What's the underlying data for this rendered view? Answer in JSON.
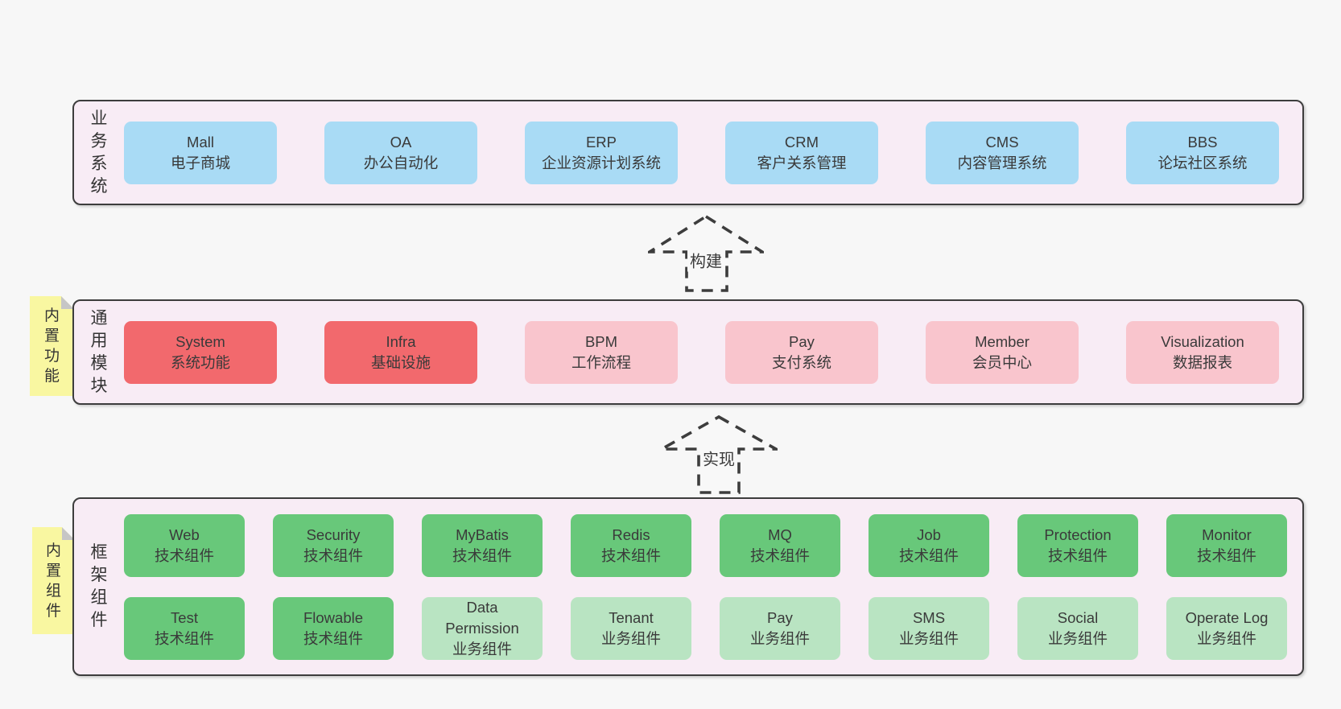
{
  "colors": {
    "page_bg": "#f7f7f7",
    "panel_bg": "#f8ecf5",
    "panel_border": "#3d3d3d",
    "blue": "#a9dbf5",
    "red": "#f2696d",
    "pink": "#f9c5cd",
    "green": "#68c87a",
    "light_green": "#b9e4c2",
    "note_yellow": "#f9f7a1",
    "note_fold": "#c6c6c6",
    "text": "#3a3a3a"
  },
  "business": {
    "label": "业务系统",
    "boxes": [
      {
        "en": "Mall",
        "zh": "电子商城",
        "variant": "blue"
      },
      {
        "en": "OA",
        "zh": "办公自动化",
        "variant": "blue"
      },
      {
        "en": "ERP",
        "zh": "企业资源计划系统",
        "variant": "blue"
      },
      {
        "en": "CRM",
        "zh": "客户关系管理",
        "variant": "blue"
      },
      {
        "en": "CMS",
        "zh": "内容管理系统",
        "variant": "blue"
      },
      {
        "en": "BBS",
        "zh": "论坛社区系统",
        "variant": "blue"
      }
    ]
  },
  "arrows": {
    "build": "构建",
    "implement": "实现"
  },
  "modules": {
    "note": "内置功能",
    "label": "通用模块",
    "boxes": [
      {
        "en": "System",
        "zh": "系统功能",
        "variant": "red"
      },
      {
        "en": "Infra",
        "zh": "基础设施",
        "variant": "red"
      },
      {
        "en": "BPM",
        "zh": "工作流程",
        "variant": "pink"
      },
      {
        "en": "Pay",
        "zh": "支付系统",
        "variant": "pink"
      },
      {
        "en": "Member",
        "zh": "会员中心",
        "variant": "pink"
      },
      {
        "en": "Visualization",
        "zh": "数据报表",
        "variant": "pink"
      }
    ]
  },
  "components": {
    "note": "内置组件",
    "label": "框架组件",
    "row1": [
      {
        "en": "Web",
        "zh": "技术组件",
        "variant": "green"
      },
      {
        "en": "Security",
        "zh": "技术组件",
        "variant": "green"
      },
      {
        "en": "MyBatis",
        "zh": "技术组件",
        "variant": "green"
      },
      {
        "en": "Redis",
        "zh": "技术组件",
        "variant": "green"
      },
      {
        "en": "MQ",
        "zh": "技术组件",
        "variant": "green"
      },
      {
        "en": "Job",
        "zh": "技术组件",
        "variant": "green"
      },
      {
        "en": "Protection",
        "zh": "技术组件",
        "variant": "green"
      },
      {
        "en": "Monitor",
        "zh": "技术组件",
        "variant": "green"
      }
    ],
    "row2": [
      {
        "en": "Test",
        "zh": "技术组件",
        "variant": "green"
      },
      {
        "en": "Flowable",
        "zh": "技术组件",
        "variant": "green"
      },
      {
        "en": "Data Permission",
        "zh": "业务组件",
        "variant": "lightgreen"
      },
      {
        "en": "Tenant",
        "zh": "业务组件",
        "variant": "lightgreen"
      },
      {
        "en": "Pay",
        "zh": "业务组件",
        "variant": "lightgreen"
      },
      {
        "en": "SMS",
        "zh": "业务组件",
        "variant": "lightgreen"
      },
      {
        "en": "Social",
        "zh": "业务组件",
        "variant": "lightgreen"
      },
      {
        "en": "Operate Log",
        "zh": "业务组件",
        "variant": "lightgreen"
      }
    ]
  }
}
